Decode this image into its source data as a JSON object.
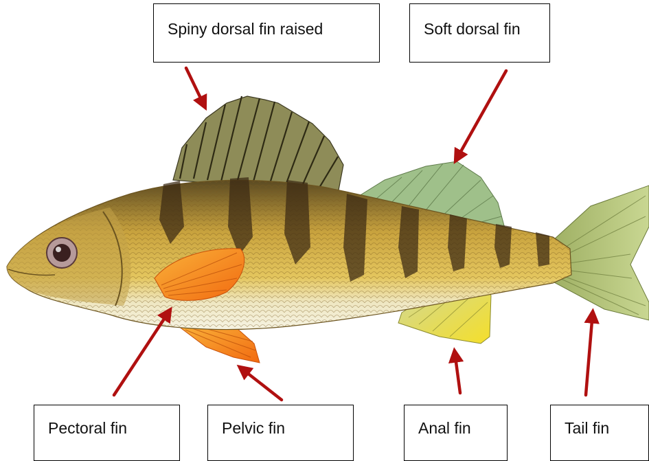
{
  "labels": {
    "spiny_dorsal": "Spiny dorsal fin raised",
    "soft_dorsal": "Soft dorsal fin",
    "pectoral": "Pectoral fin",
    "pelvic": "Pelvic fin",
    "anal": "Anal fin",
    "tail": "Tail fin"
  },
  "colors": {
    "arrow": "#b01010",
    "body_gold": "#d8b24a",
    "belly": "#f2f0dc",
    "bar": "#3c2a14",
    "fin_orange": "#f08a1c",
    "fin_green": "#a8c07a",
    "fin_yellow": "#f1dc34"
  }
}
